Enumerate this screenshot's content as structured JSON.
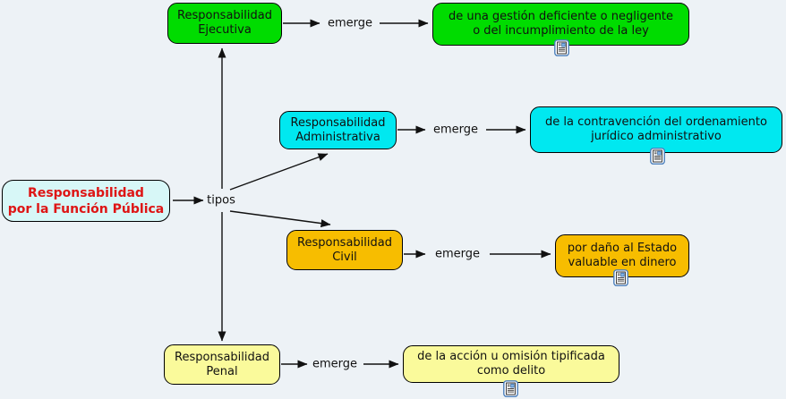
{
  "canvas": {
    "background": "#EDF2F6"
  },
  "palette": {
    "green": "#00DC00",
    "cyan": "#00E8F0",
    "orange": "#F7BD00",
    "pale_yellow": "#FAFA9B",
    "main_bg": "#D7F7F7",
    "main_text": "#DE1515",
    "line_color": "#111111"
  },
  "labels": {
    "tipos": "tipos",
    "emerge": "emerge"
  },
  "nodes": {
    "main": {
      "bg": "#D7F7F7",
      "text_color": "#DE1515",
      "lines": [
        "Responsabilidad",
        "por la Función Pública"
      ]
    },
    "ejecutiva": {
      "bg": "#00DC00",
      "lines": [
        "Responsabilidad",
        "Ejecutiva"
      ]
    },
    "ejecutiva_result": {
      "bg": "#00DC00",
      "lines": [
        "de una gestión deficiente o negligente",
        "o del incumplimiento de la ley"
      ]
    },
    "administrativa": {
      "bg": "#00E8F0",
      "lines": [
        "Responsabilidad",
        "Administrativa"
      ]
    },
    "administrativa_result": {
      "bg": "#00E8F0",
      "lines": [
        "de la contravención del ordenamiento",
        "jurídico administrativo"
      ]
    },
    "civil": {
      "bg": "#F7BD00",
      "lines": [
        "Responsabilidad",
        "Civil"
      ]
    },
    "civil_result": {
      "bg": "#F7BD00",
      "lines": [
        "por daño al Estado",
        "valuable en dinero"
      ]
    },
    "penal": {
      "bg": "#FAFA9B",
      "lines": [
        "Responsabilidad",
        "Penal"
      ]
    },
    "penal_result": {
      "bg": "#FAFA9B",
      "lines": [
        "de la acción u omisión tipificada",
        "como delito"
      ]
    }
  },
  "icons": {
    "resource": "document-resource-icon"
  }
}
